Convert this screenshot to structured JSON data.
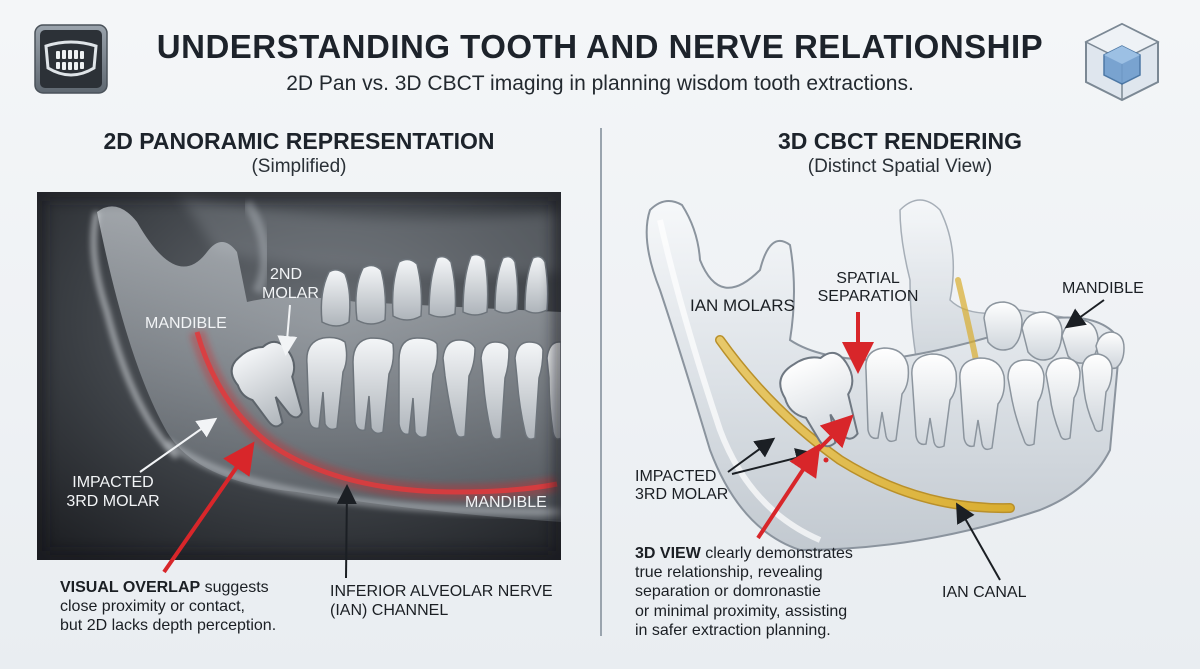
{
  "header": {
    "title": "UNDERSTANDING TOOTH AND NERVE RELATIONSHIP",
    "subtitle": "2D Pan vs. 3D CBCT imaging in planning wisdom tooth extractions.",
    "left_icon": "panoramic-xray-icon",
    "right_icon": "cbct-cube-icon"
  },
  "left": {
    "title": "2D PANORAMIC REPRESENTATION",
    "subtitle": "(Simplified)",
    "labels": {
      "second_molar_line1": "2ND",
      "second_molar_line2": "MOLAR",
      "mandible_top": "MANDIBLE",
      "impacted_line1": "IMPACTED",
      "impacted_line2": "3RD MOLAR",
      "mandible_bottom": "MANDIBLE"
    },
    "note": {
      "bold": "VISUAL OVERLAP",
      "line1_rest": " suggests",
      "line2": "close proximity or contact,",
      "line3": "but 2D lacks depth perception."
    },
    "nerve_label_line1": "INFERIOR ALVEOLAR NERVE",
    "nerve_label_line2": "(IAN) CHANNEL"
  },
  "right": {
    "title": "3D CBCT RENDERING",
    "subtitle": "(Distinct Spatial View)",
    "labels": {
      "ian_molars": "IAN MOLARS",
      "spatial_line1": "SPATIAL",
      "spatial_line2": "SEPARATION",
      "mandible": "MANDIBLE",
      "impacted_line1": "IMPACTED",
      "impacted_line2": "3RD MOLAR",
      "ian_canal": "IAN CANAL"
    },
    "note": {
      "bold": "3D VIEW",
      "line1_rest": " clearly demonstrates",
      "line2": "true relationship, revealing",
      "line3": "separation or domronastie",
      "line4": "or minimal proximity, assisting",
      "line5": "in safer extraction planning."
    }
  },
  "colors": {
    "nerve_red": "#d8262a",
    "canal_yellow": "#e0b93a",
    "arrow_red": "#d8262a"
  }
}
